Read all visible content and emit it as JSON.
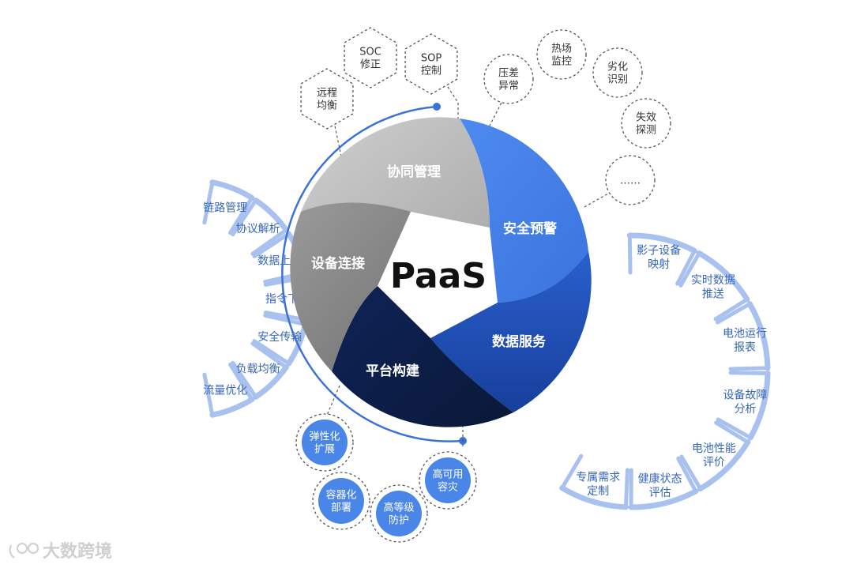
{
  "center": {
    "title": "PaaS"
  },
  "segments": {
    "collab": "协同管理",
    "security": "安全预警",
    "data_service": "数据服务",
    "platform": "平台构建",
    "device": "设备连接"
  },
  "left_ring": {
    "items": [
      [
        "链路管理"
      ],
      [
        "协议解析"
      ],
      [
        "数据上传"
      ],
      [
        "指令下发"
      ],
      [
        "安全传输"
      ],
      [
        "负载均衡"
      ],
      [
        "流量优化"
      ]
    ]
  },
  "right_ring": {
    "items": [
      [
        "影子设备",
        "映射"
      ],
      [
        "实时数据",
        "推送"
      ],
      [
        "电池运行",
        "报表"
      ],
      [
        "设备故障",
        "分析"
      ],
      [
        "电池性能",
        "评价"
      ],
      [
        "健康状态",
        "评估"
      ],
      [
        "专属需求",
        "定制"
      ]
    ]
  },
  "hexagons": {
    "items": [
      [
        "远程",
        "均衡"
      ],
      [
        "SOC",
        "修正"
      ],
      [
        "SOP",
        "控制"
      ]
    ]
  },
  "security_circles": {
    "items": [
      [
        "压差",
        "异常"
      ],
      [
        "热场",
        "监控"
      ],
      [
        "劣化",
        "识别"
      ],
      [
        "失效",
        "探测"
      ],
      [
        "……"
      ]
    ]
  },
  "platform_circles": {
    "items": [
      [
        "弹性化",
        "扩展"
      ],
      [
        "容器化",
        "部署"
      ],
      [
        "高等级",
        "防护"
      ],
      [
        "高可用",
        "容灾"
      ]
    ]
  },
  "watermark": {
    "text": "大数跨境"
  },
  "colors": {
    "ring_blue": "#a8c1ee",
    "label_blue": "#3566b8",
    "arc_blue": "#3b72d8",
    "collab_gray": "#b9b9b9",
    "device_gray": "#8d8d8d",
    "security_blue": "#4a86e8",
    "data_blue": "#1e4fb8",
    "platform_navy": "#0d1f4d",
    "dashed_gray": "#555555"
  }
}
